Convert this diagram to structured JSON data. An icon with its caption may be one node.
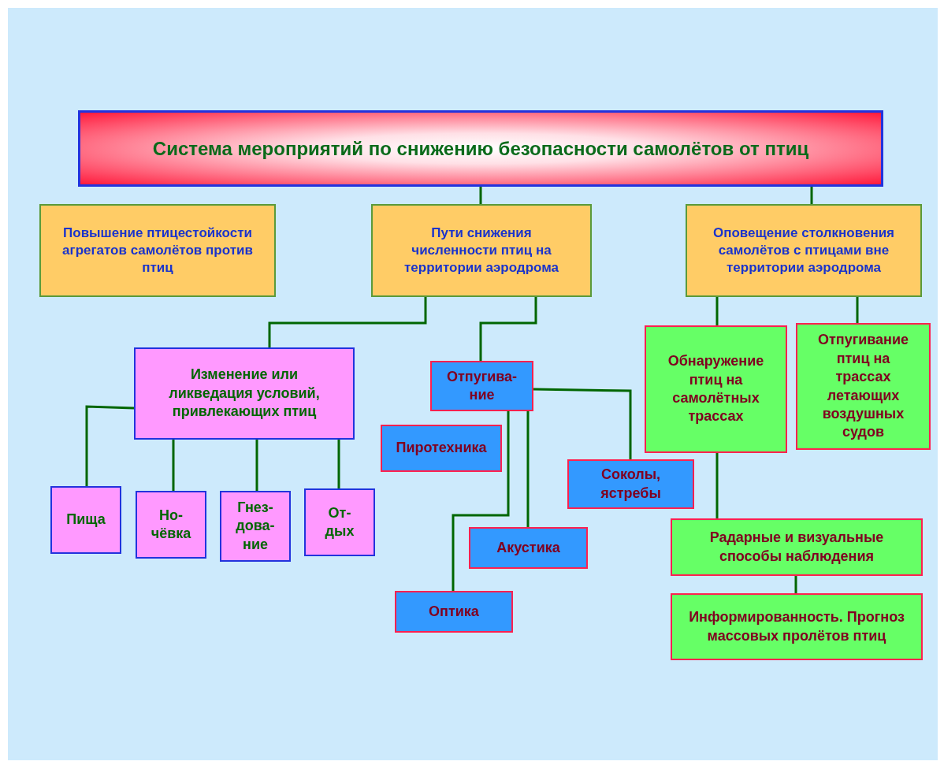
{
  "diagram": {
    "nodes": [
      {
        "text": [
          "Система мероприятий по снижению безопасности самолётов от птиц"
        ]
      },
      {
        "text": [
          "Повышение птицестойкости агрегатов самолётов против птиц"
        ]
      },
      {
        "text": [
          "Пути снижения численности птиц на территории аэродрома"
        ]
      },
      {
        "text": [
          "Оповещение столкновения самолётов с птицами вне территории аэродрома"
        ]
      },
      {
        "text": [
          "Изменение или ликведация условий, привлекающих птиц"
        ]
      },
      {
        "text": [
          "Пища"
        ]
      },
      {
        "text": [
          "Но- чёвка"
        ]
      },
      {
        "text": [
          "Гнез- дова- ние"
        ]
      },
      {
        "text": [
          "От- дых"
        ]
      },
      {
        "text": [
          "Отпугива- ние"
        ]
      },
      {
        "text": [
          "Пиротехника"
        ]
      },
      {
        "text": [
          "Соколы, ястребы"
        ]
      },
      {
        "text": [
          "Акустика"
        ]
      },
      {
        "text": [
          "Оптика"
        ]
      },
      {
        "text": [
          "Обнаружение птиц на самолётных трассах"
        ]
      },
      {
        "text": [
          "Отпугивание птиц на трассах летающих воздушных судов"
        ]
      },
      {
        "text": [
          "Радарные и визуальные способы наблюдения"
        ]
      },
      {
        "text": [
          "Информированность. Прогноз массовых пролётов птиц"
        ]
      }
    ],
    "edges": [
      {
        "from": 0,
        "to": 2,
        "arrow": "none"
      },
      {
        "from": 0,
        "to": 3,
        "arrow": "none"
      },
      {
        "from": 2,
        "to": 4,
        "arrow": "none"
      },
      {
        "from": 2,
        "to": 9,
        "arrow": "none"
      },
      {
        "from": 4,
        "to": 5,
        "arrow": "none"
      },
      {
        "from": 4,
        "to": 6,
        "arrow": "none"
      },
      {
        "from": 4,
        "to": 7,
        "arrow": "none"
      },
      {
        "from": 4,
        "to": 8,
        "arrow": "none"
      },
      {
        "from": 9,
        "to": 13,
        "arrow": "none"
      },
      {
        "from": 9,
        "to": 12,
        "arrow": "none"
      },
      {
        "from": 9,
        "to": 11,
        "arrow": "none"
      },
      {
        "from": 3,
        "to": 14,
        "arrow": "none"
      },
      {
        "from": 3,
        "to": 15,
        "arrow": "none"
      },
      {
        "from": 14,
        "to": 16,
        "arrow": "none"
      },
      {
        "from": 16,
        "to": 17,
        "arrow": "none"
      }
    ]
  }
}
